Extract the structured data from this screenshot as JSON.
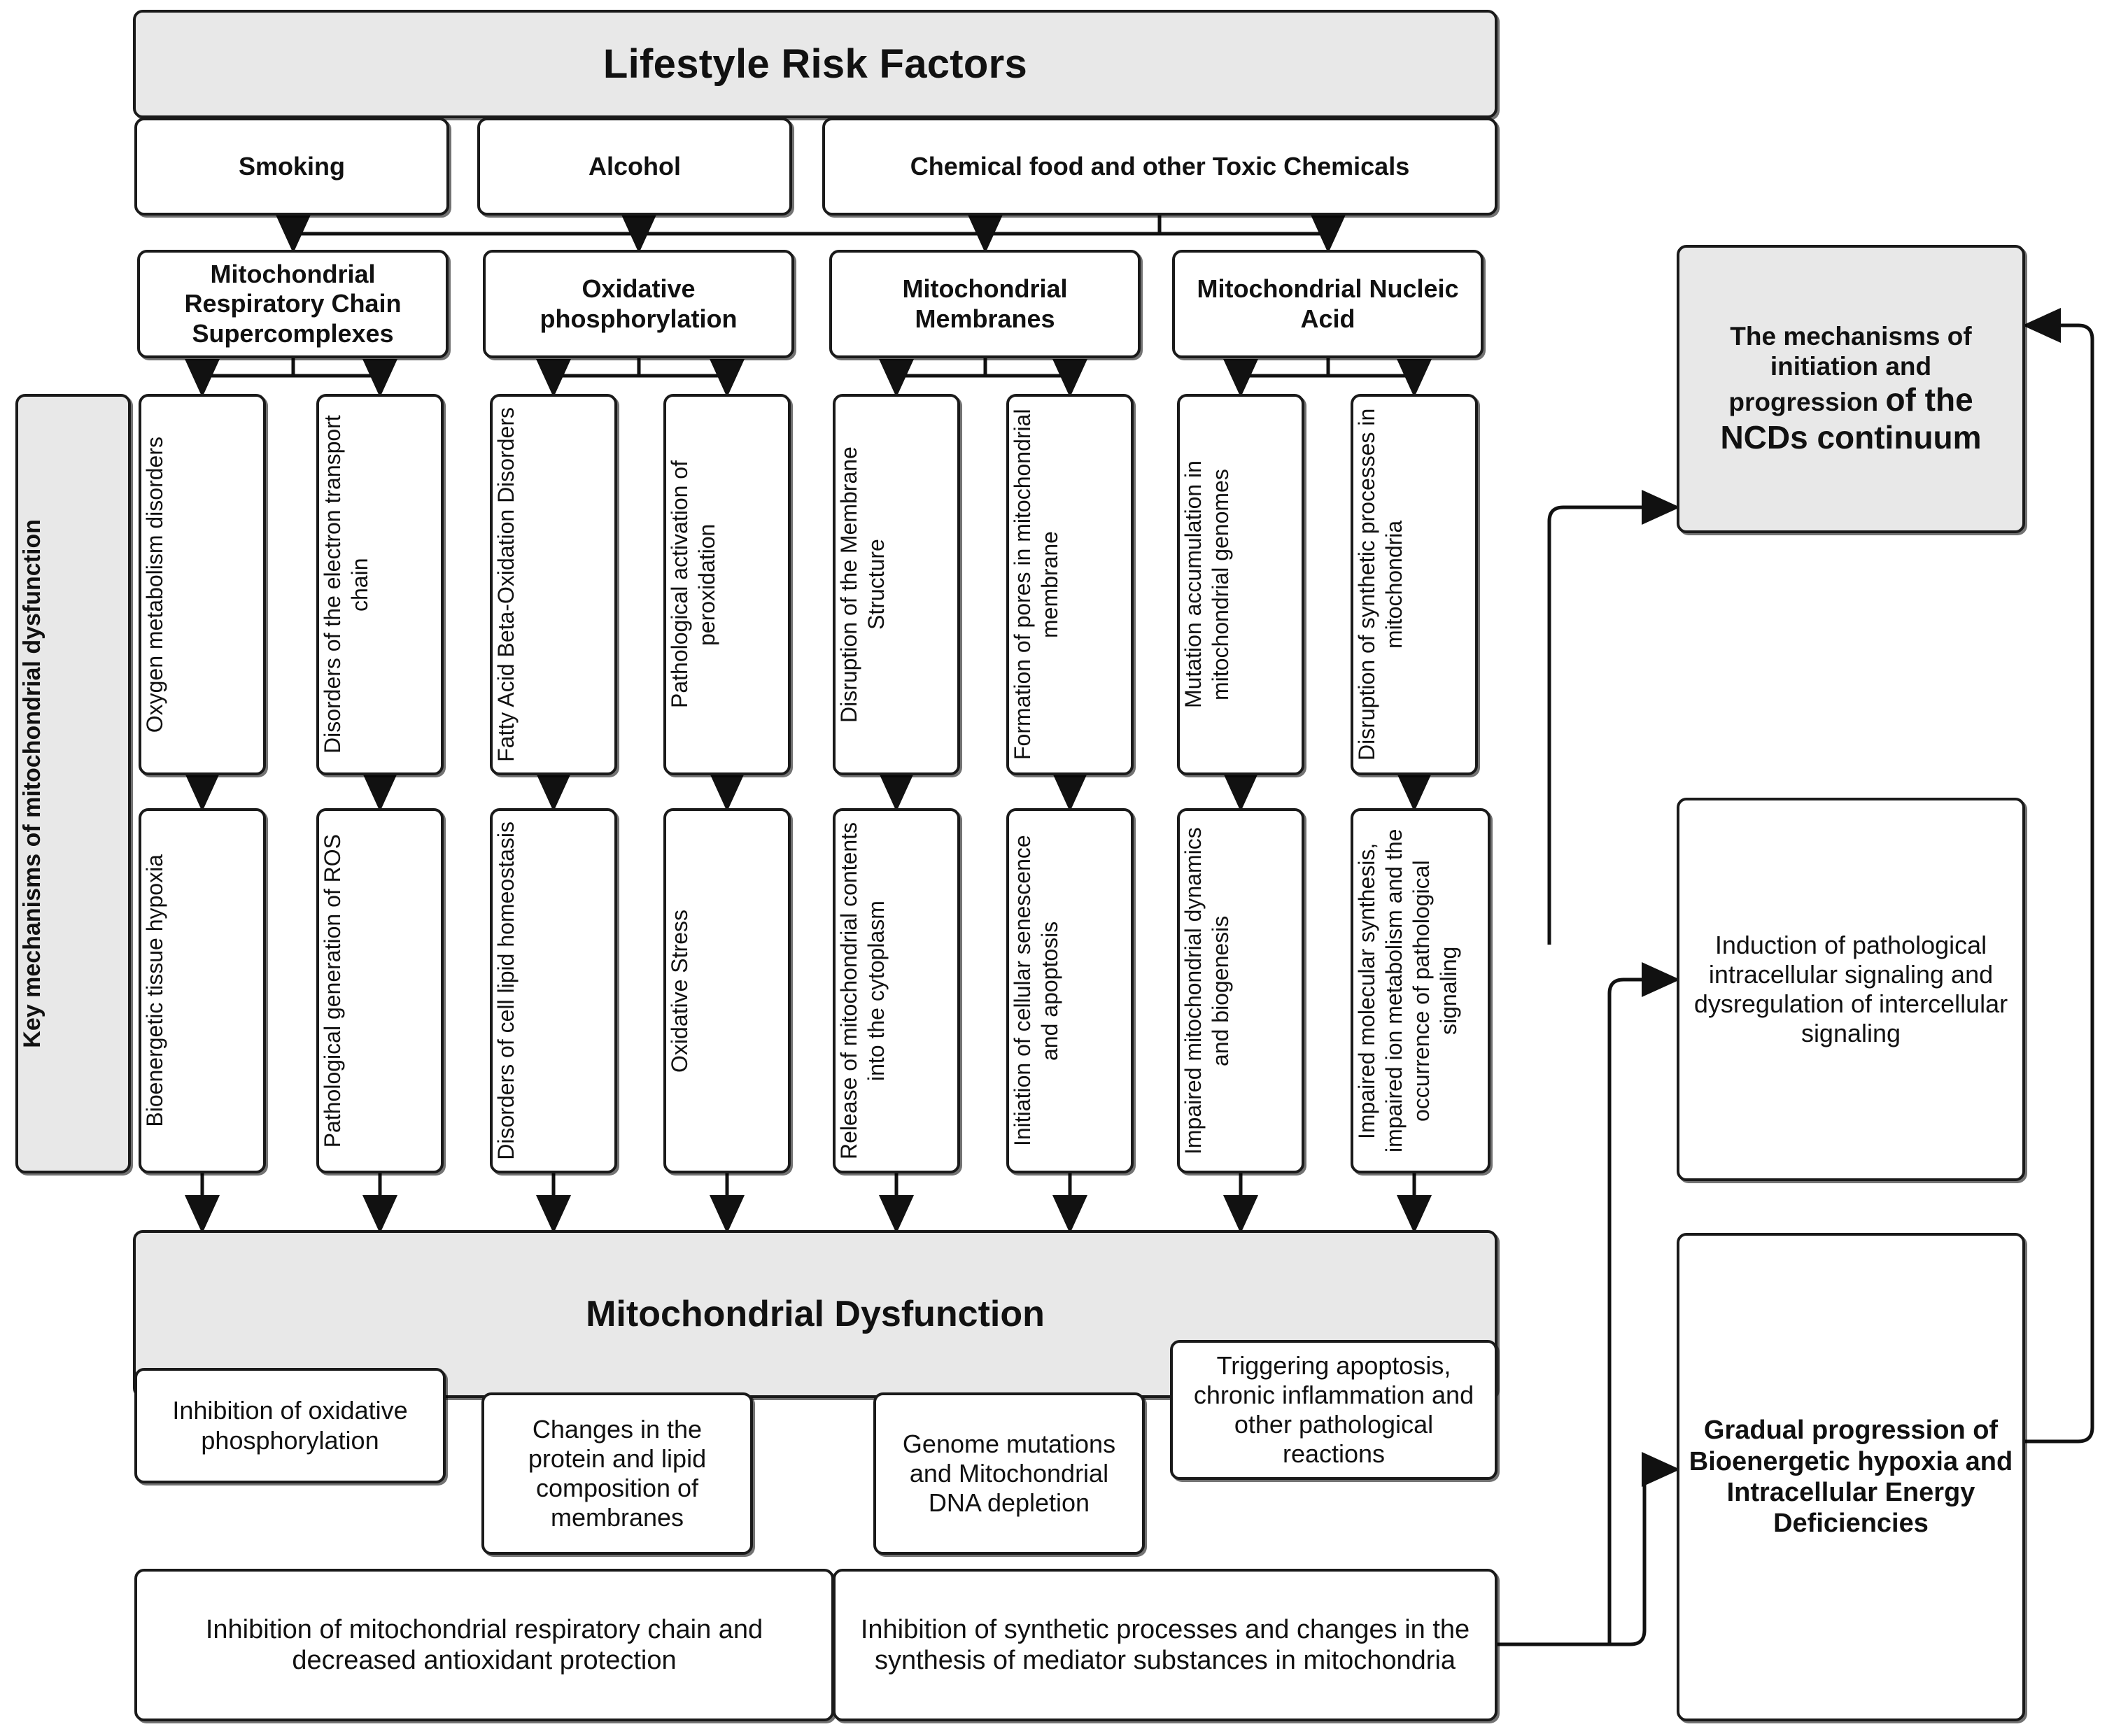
{
  "title": "Lifestyle Risk Factors",
  "risk_factors": [
    {
      "label": "Smoking"
    },
    {
      "label": "Alcohol"
    },
    {
      "label": "Chemical food and other Toxic Chemicals"
    }
  ],
  "organelle_targets": [
    {
      "label": "Mitochondrial Respiratory Chain Supercomplexes"
    },
    {
      "label": "Oxidative phosphorylation"
    },
    {
      "label": "Mitochondrial Membranes"
    },
    {
      "label": "Mitochondrial Nucleic Acid"
    }
  ],
  "side_label": "Key mechanisms of mitochondrial dysfunction",
  "mechanism_row_a": [
    {
      "label": "Oxygen metabolism disorders"
    },
    {
      "label": "Disorders of the electron transport chain"
    },
    {
      "label": "Fatty Acid Beta-Oxidation Disorders"
    },
    {
      "label": "Pathological activation of peroxidation"
    },
    {
      "label": "Disruption of the Membrane Structure"
    },
    {
      "label": "Formation of pores in mitochondrial membrane"
    },
    {
      "label": "Mutation accumulation in mitochondrial genomes"
    },
    {
      "label": "Disruption of synthetic processes in mitochondria"
    }
  ],
  "mechanism_row_b": [
    {
      "label": "Bioenergetic tissue hypoxia"
    },
    {
      "label": "Pathological generation of ROS"
    },
    {
      "label": "Disorders of cell lipid homeostasis"
    },
    {
      "label": "Oxidative Stress"
    },
    {
      "label": "Release of mitochondrial contents into the cytoplasm"
    },
    {
      "label": "Initiation of cellular senescence and apoptosis"
    },
    {
      "label": "Impaired mitochondrial dynamics and biogenesis"
    },
    {
      "label": "Impaired molecular synthesis, impaired ion metabolism and the occurrence of pathological signaling"
    }
  ],
  "dysfunction_title": "Mitochondrial Dysfunction",
  "dysfunction_outcomes": [
    {
      "label": "Inhibition of oxidative phosphorylation"
    },
    {
      "label": "Changes in the protein and lipid composition of membranes"
    },
    {
      "label": "Genome mutations and Mitochondrial DNA depletion"
    },
    {
      "label": "Triggering apoptosis, chronic inflammation and other pathological reactions"
    }
  ],
  "bottom_wide": [
    {
      "label": "Inhibition of mitochondrial respiratory chain and decreased antioxidant protection"
    },
    {
      "label": "Inhibition of synthetic processes and changes in the synthesis of mediator substances in mitochondria"
    }
  ],
  "right_column": {
    "ncd": {
      "line1": "The mechanisms of",
      "line2": "initiation and",
      "line3_small": "progression ",
      "line3_big": "of the",
      "line4_big": "NCDs continuum"
    },
    "induction": "Induction of pathological intracellular signaling and dysregulation of intercellular signaling",
    "gradual": "Gradual progression of  Bioenergetic hypoxia and Intracellular Energy Deficiencies"
  },
  "colors": {
    "shaded_fill": "#e8e8e8",
    "box_border": "#1a1a1a",
    "background": "#ffffff",
    "text": "#111111"
  }
}
